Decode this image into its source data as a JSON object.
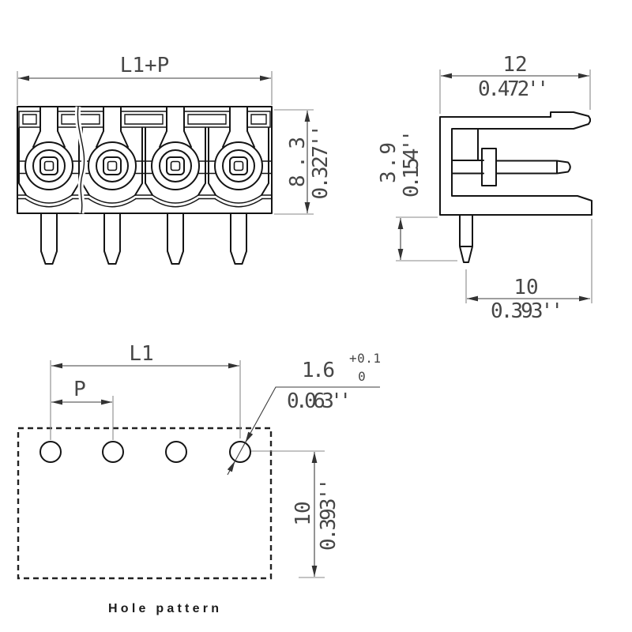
{
  "drawing": {
    "front_view": {
      "width_label": "L1+P",
      "height_mm": "8.3",
      "height_in": "0.327''"
    },
    "side_view": {
      "width_mm": "12",
      "width_in": "0.472''",
      "pin_length_mm": "3.9",
      "pin_length_in": "0.154''",
      "pin_offset_mm": "10",
      "pin_offset_in": "0.393''"
    },
    "hole_pattern": {
      "caption": "Hole pattern",
      "length_label": "L1",
      "pitch_label": "P",
      "hole_diameter_mm": "1.6",
      "tolerance_upper": "+0.1",
      "tolerance_lower": "0",
      "hole_diameter_in": "0.063''",
      "edge_distance_mm": "10",
      "edge_distance_in": "0.393''"
    },
    "colors": {
      "line": "#141414",
      "dimension": "#3c3c3c",
      "background": "#ffffff"
    }
  }
}
